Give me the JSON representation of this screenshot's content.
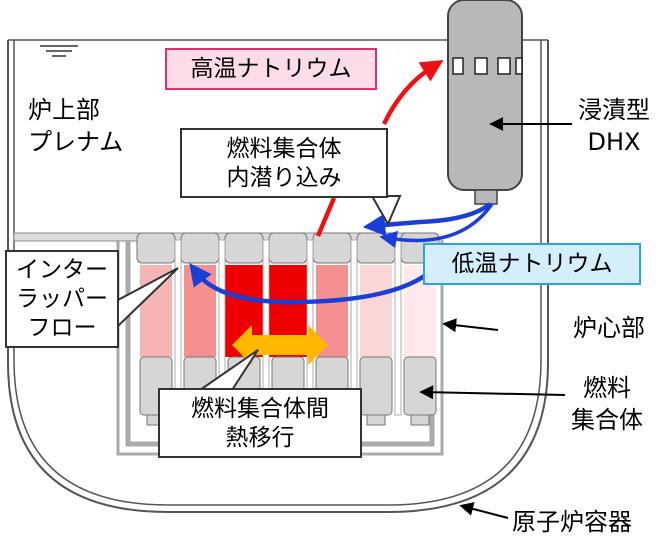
{
  "labels": {
    "hot_sodium": "高温ナトリウム",
    "cold_sodium": "低温ナトリウム",
    "upper_plenum": "炉上部\nプレナム",
    "dhx": "浸漬型\nDHX",
    "inner_dive": "燃料集合体\n内潜り込み",
    "interwrapper": "インター\nラッパー\nフロー",
    "core": "炉心部",
    "fuel_assembly": "燃料\n集合体",
    "inter_assembly_heat": "燃料集合体間\n熱移行",
    "vessel": "原子炉容器"
  },
  "colors": {
    "hot_box_fill": "#fcdce8",
    "hot_box_border": "#e0306a",
    "cold_box_fill": "#d4eefb",
    "cold_box_border": "#2aa6dc",
    "hot_arrow": "#ee1111",
    "cold_arrow": "#1a3fd6",
    "heat_arrow": "#ffb800",
    "hottest": "#ee0000",
    "hot_mid": "#f49090",
    "warm": "#f7b4b4",
    "cool": "#fbd6d6",
    "coolest": "#fde9e9",
    "structure_gray": "#c8c8c8"
  }
}
